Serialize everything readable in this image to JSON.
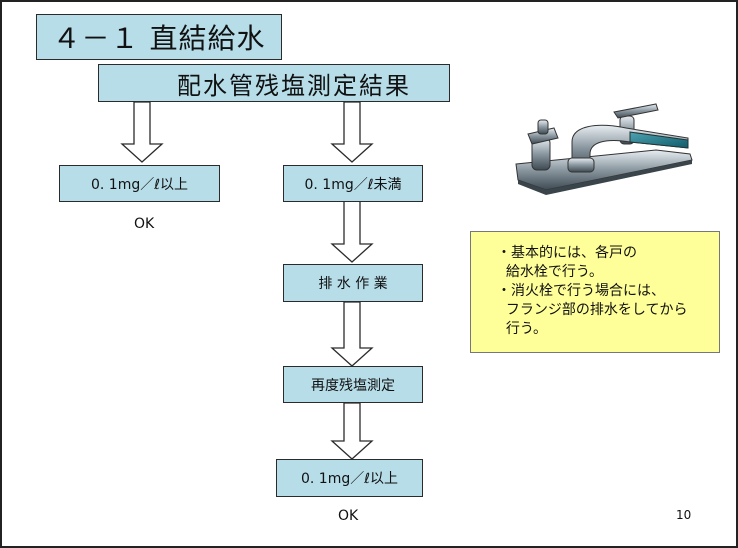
{
  "slide": {
    "title": "４－１ 直結給水",
    "header": "配水管残塩測定結果",
    "page_number": "10"
  },
  "flow": {
    "left_result": "0. 1mg／ℓ以上",
    "left_ok": "OK",
    "right_result": "0. 1mg／ℓ未満",
    "step_drain": "排 水 作 業",
    "step_remeasure": "再度残塩測定",
    "final_result": "0. 1mg／ℓ以上",
    "final_ok": "OK"
  },
  "note": {
    "lines": [
      "・基本的には、各戸の",
      "  給水栓で行う。",
      "・消火栓で行う場合には、",
      "  フランジ部の排水をしてから",
      "  行う。"
    ]
  },
  "image": {
    "icon": "faucet-icon"
  },
  "colors": {
    "box_fill": "#b7dde8",
    "note_fill": "#ffff99"
  }
}
